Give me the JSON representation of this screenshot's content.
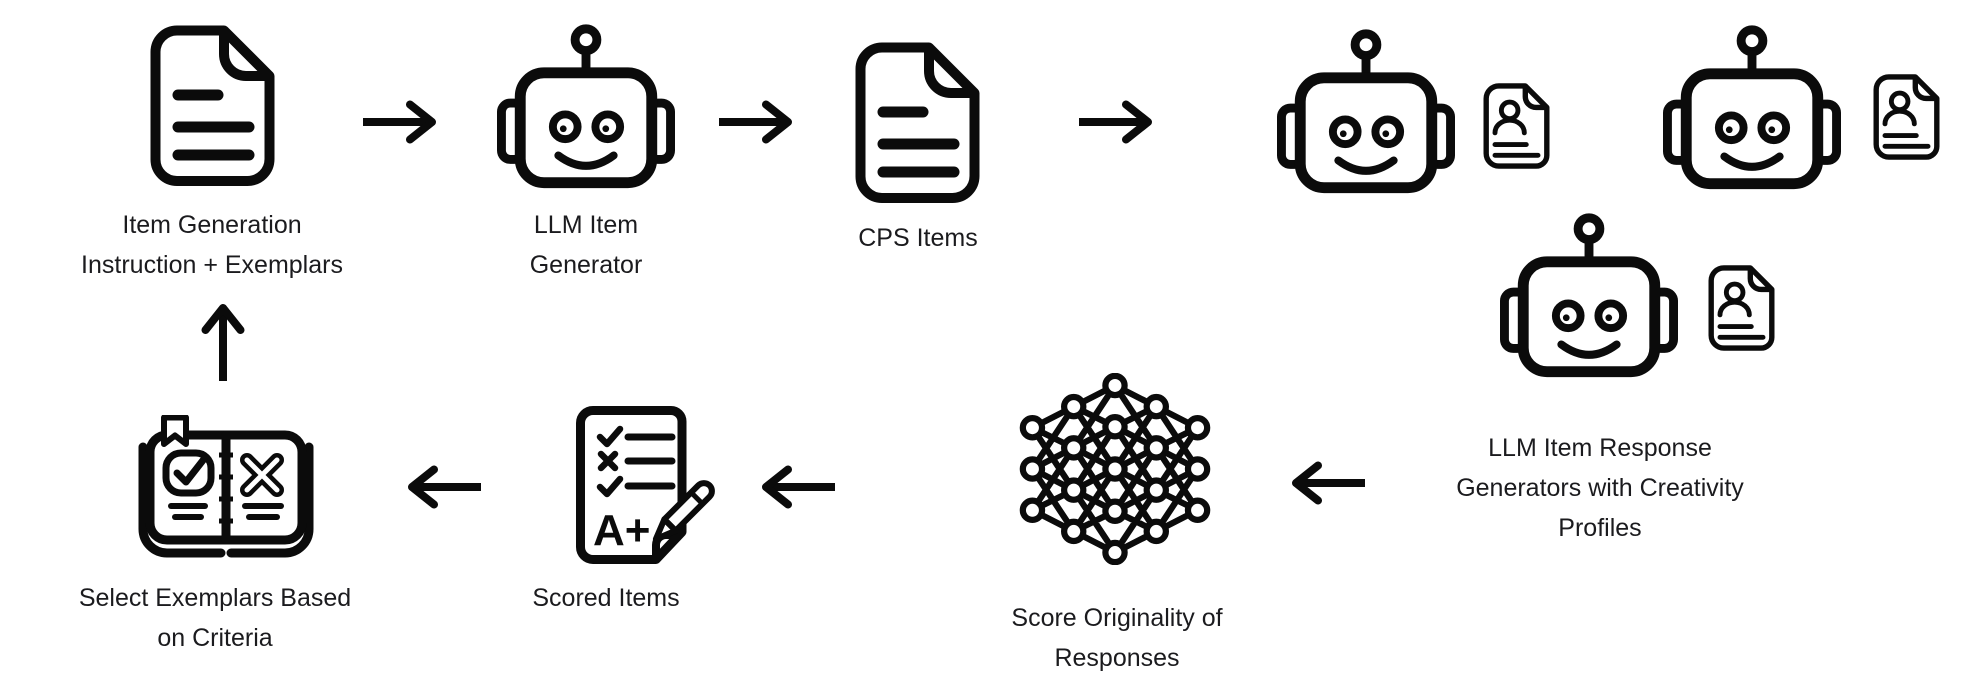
{
  "figure": {
    "background_color": "#ffffff",
    "ink_color": "#0b0b0b",
    "text_color": "#1b1b1e",
    "steps": {
      "item_generation": {
        "icon": "document-icon",
        "lines": [
          "Item Generation",
          "Instruction + Exemplars"
        ]
      },
      "llm_item_generator": {
        "icon": "robot-icon",
        "lines": [
          "LLM Item",
          "Generator"
        ]
      },
      "cps_items": {
        "icon": "document-icon",
        "lines": [
          "CPS Items"
        ]
      },
      "llm_item_response_generators": {
        "icon": "three robot-icons each with profile-card-icon",
        "robot_count": 3,
        "profile_card_count": 3,
        "lines": [
          "LLM Item Response",
          "Generators with Creativity",
          "Profiles"
        ]
      },
      "score_originality": {
        "icon": "neural-network-icon",
        "lines": [
          "Score Originality of",
          "Responses"
        ]
      },
      "scored_items": {
        "icon": "graded-checklist-icon",
        "grade_text": "A+",
        "lines": [
          "Scored Items"
        ]
      },
      "select_exemplars": {
        "icon": "open-book-icon",
        "lines": [
          "Select Exemplars Based",
          "on Criteria"
        ]
      }
    },
    "arrows": [
      {
        "name": "arrow-item-generation-to-llm-item-generator",
        "direction": "right"
      },
      {
        "name": "arrow-llm-item-generator-to-cps-items",
        "direction": "right"
      },
      {
        "name": "arrow-cps-items-to-response-generators",
        "direction": "right"
      },
      {
        "name": "arrow-response-generators-to-score-originality",
        "direction": "left"
      },
      {
        "name": "arrow-score-originality-to-scored-items",
        "direction": "left"
      },
      {
        "name": "arrow-scored-items-to-select-exemplars",
        "direction": "left"
      },
      {
        "name": "arrow-select-exemplars-to-item-generation",
        "direction": "up"
      }
    ]
  }
}
